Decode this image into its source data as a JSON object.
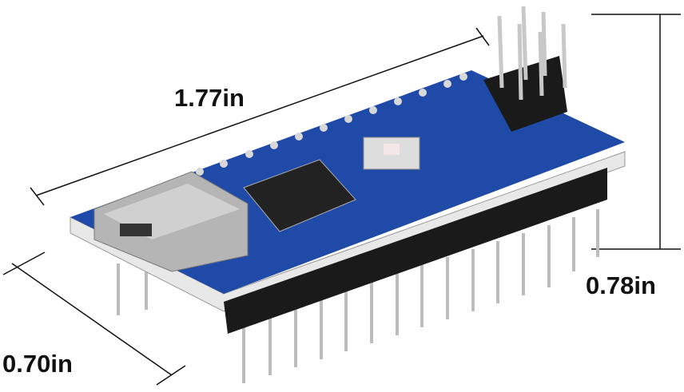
{
  "dimensions": {
    "length": "1.77in",
    "height": "0.78in",
    "width": "0.70in"
  },
  "colors": {
    "pcb": "#1f4aa8",
    "header": "#1a1a1a",
    "pin": "#c8c8c8",
    "line": "#111111"
  }
}
